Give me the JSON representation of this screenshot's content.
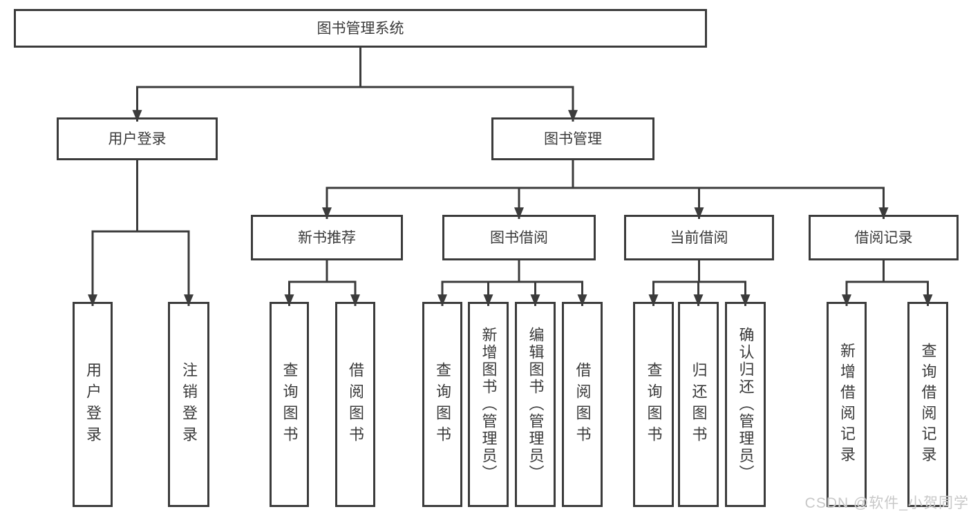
{
  "diagram": {
    "title": "图书管理系统",
    "watermark": "CSDN @软件_小贺同学",
    "colors": {
      "line": "#3b3b3b",
      "box_border": "#3b3b3b",
      "box_fill": "#ffffff",
      "text": "#3a3a3a",
      "watermark": "#c8c8c8"
    },
    "tree": {
      "id": "root",
      "label": "图书管理系统",
      "orientation": "horizontal",
      "children": [
        {
          "id": "login",
          "label": "用户登录",
          "orientation": "horizontal",
          "children": [
            {
              "id": "login-leaf",
              "label": "用户登录",
              "orientation": "vertical"
            },
            {
              "id": "logout-leaf",
              "label": "注销登录",
              "orientation": "vertical"
            }
          ]
        },
        {
          "id": "mgmt",
          "label": "图书管理",
          "orientation": "horizontal",
          "children": [
            {
              "id": "newbook",
              "label": "新书推荐",
              "orientation": "horizontal",
              "children": [
                {
                  "id": "nb-query",
                  "label": "查询图书",
                  "orientation": "vertical"
                },
                {
                  "id": "nb-borrow",
                  "label": "借阅图书",
                  "orientation": "vertical"
                }
              ]
            },
            {
              "id": "bookborrow",
              "label": "图书借阅",
              "orientation": "horizontal",
              "children": [
                {
                  "id": "bw-query",
                  "label": "查询图书",
                  "orientation": "vertical"
                },
                {
                  "id": "bw-add",
                  "label": "新增图书（管理员）",
                  "orientation": "vertical"
                },
                {
                  "id": "bw-edit",
                  "label": "编辑图书（管理员）",
                  "orientation": "vertical"
                },
                {
                  "id": "bw-borrow",
                  "label": "借阅图书",
                  "orientation": "vertical"
                }
              ]
            },
            {
              "id": "current",
              "label": "当前借阅",
              "orientation": "horizontal",
              "children": [
                {
                  "id": "cur-query",
                  "label": "查询图书",
                  "orientation": "vertical"
                },
                {
                  "id": "cur-return",
                  "label": "归还图书",
                  "orientation": "vertical"
                },
                {
                  "id": "cur-confirm",
                  "label": "确认归还（管理员）",
                  "orientation": "vertical"
                }
              ]
            },
            {
              "id": "records",
              "label": "借阅记录",
              "orientation": "horizontal",
              "children": [
                {
                  "id": "rec-add",
                  "label": "新增借阅记录",
                  "orientation": "vertical"
                },
                {
                  "id": "rec-query",
                  "label": "查询借阅记录",
                  "orientation": "vertical"
                }
              ]
            }
          ]
        }
      ]
    }
  }
}
